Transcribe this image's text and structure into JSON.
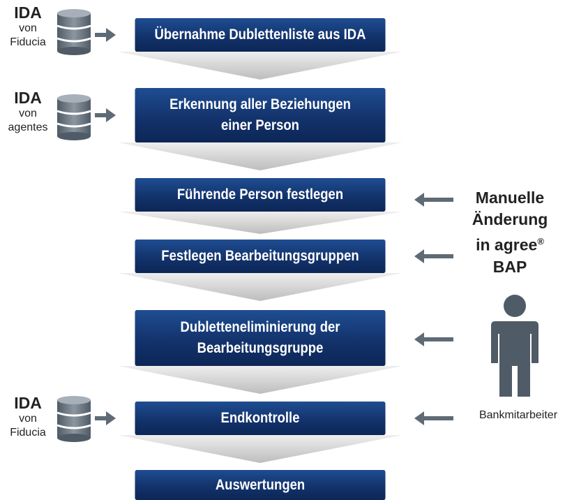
{
  "steps": [
    {
      "lines": [
        "Übernahme Dublettenliste aus IDA"
      ]
    },
    {
      "lines": [
        "Erkennung aller Beziehungen",
        "einer Person"
      ]
    },
    {
      "lines": [
        "Führende Person festlegen"
      ]
    },
    {
      "lines": [
        "Festlegen Bearbeitungsgruppen"
      ]
    },
    {
      "lines": [
        "Dubletteneliminierung der",
        "Bearbeitungsgruppe"
      ]
    },
    {
      "lines": [
        "Endkontrolle"
      ]
    },
    {
      "lines": [
        "Auswertungen"
      ]
    }
  ],
  "sources": [
    {
      "title": "IDA",
      "line1": "von",
      "line2": "Fiducia"
    },
    {
      "title": "IDA",
      "line1": "von",
      "line2": "agentes"
    },
    {
      "title": "IDA",
      "line1": "von",
      "line2": "Fiducia"
    }
  ],
  "manual": {
    "line1": "Manuelle",
    "line2": "Änderung",
    "line3": "in agree",
    "reg": "®",
    "line4": "BAP"
  },
  "person_label": "Bankmitarbeiter",
  "icons": {
    "database": "database-icon",
    "arrow_right": "arrow-right-icon",
    "arrow_left": "arrow-left-icon",
    "person": "person-icon"
  },
  "colors": {
    "step_box": "#13336c",
    "icon_gray": "#5e6b76",
    "chevron": "#d9d9d9"
  }
}
